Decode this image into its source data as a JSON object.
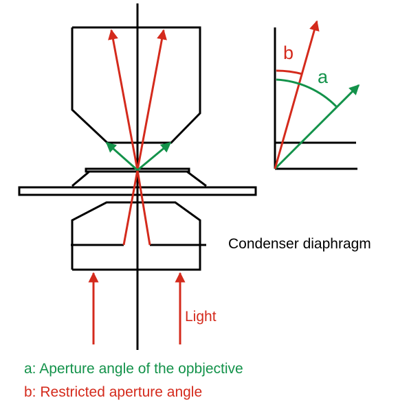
{
  "labels": {
    "condenser": "Condenser diaphragm",
    "light": "Light",
    "angle_a": "a",
    "angle_b": "b"
  },
  "legend": {
    "a": "a: Aperture angle of the opbjective",
    "b": "b: Restricted aperture angle"
  },
  "colors": {
    "outline": "#000000",
    "light_ray": "#d42a1c",
    "aperture": "#13924a"
  }
}
